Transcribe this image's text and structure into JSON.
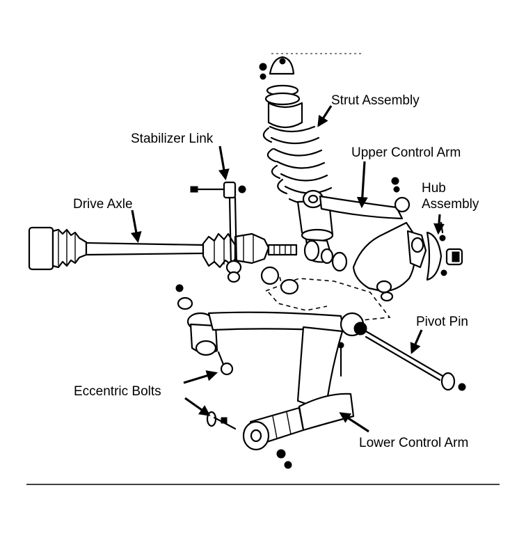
{
  "labels": {
    "strut_assembly": "Strut Assembly",
    "stabilizer_link": "Stabilizer Link",
    "upper_control_arm": "Upper Control Arm",
    "hub_assembly_line1": "Hub",
    "hub_assembly_line2": "Assembly",
    "drive_axle": "Drive Axle",
    "pivot_pin": "Pivot Pin",
    "eccentric_bolts": "Eccentric Bolts",
    "lower_control_arm": "Lower Control Arm"
  },
  "colors": {
    "ink": "#000000",
    "paper": "#ffffff"
  }
}
